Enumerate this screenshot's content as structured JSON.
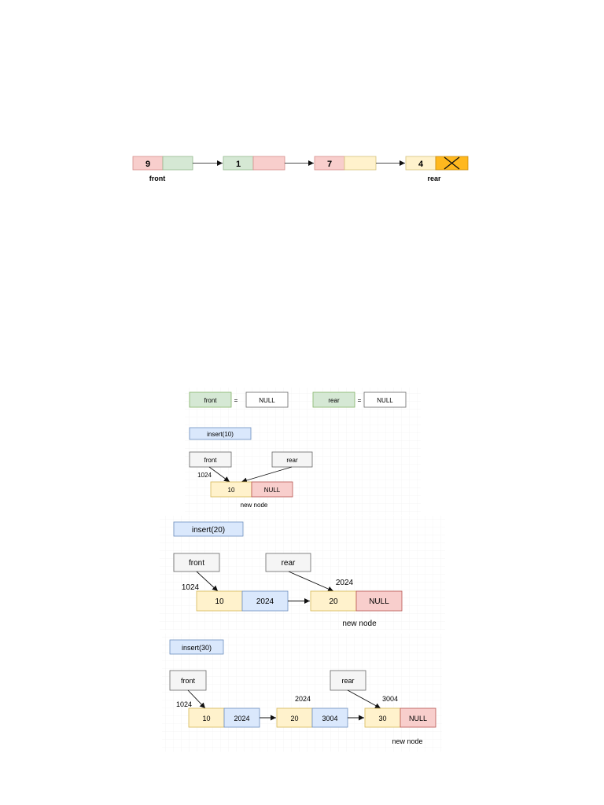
{
  "colors": {
    "red": "#f8cecc",
    "green": "#d5e8d4",
    "yellow": "#fff2cc",
    "blue": "#dae8fc",
    "gray": "#f5f5f5",
    "orange": "#ffb81e",
    "white": "#ffffff"
  },
  "queue": {
    "nodes": [
      {
        "value": "9"
      },
      {
        "value": "1"
      },
      {
        "value": "7"
      },
      {
        "value": "4"
      }
    ],
    "front_label": "front",
    "rear_label": "rear"
  },
  "init": {
    "front": "front",
    "rear": "rear",
    "equals": "=",
    "front_value": "NULL",
    "rear_value": "NULL"
  },
  "step1": {
    "op": "insert(10)",
    "front": "front",
    "rear": "rear",
    "address": "1024",
    "nodes": [
      {
        "data": "10",
        "next": "NULL"
      }
    ],
    "caption": "new node"
  },
  "step2": {
    "op": "insert(20)",
    "front": "front",
    "rear": "rear",
    "address_front": "1024",
    "address_rear": "2024",
    "nodes": [
      {
        "data": "10",
        "next": "2024"
      },
      {
        "data": "20",
        "next": "NULL"
      }
    ],
    "caption": "new node"
  },
  "step3": {
    "op": "insert(30)",
    "front": "front",
    "rear": "rear",
    "address_front": "1024",
    "address_mid": "2024",
    "address_rear": "3004",
    "nodes": [
      {
        "data": "10",
        "next": "2024"
      },
      {
        "data": "20",
        "next": "3004"
      },
      {
        "data": "30",
        "next": "NULL"
      }
    ],
    "caption": "new node"
  }
}
